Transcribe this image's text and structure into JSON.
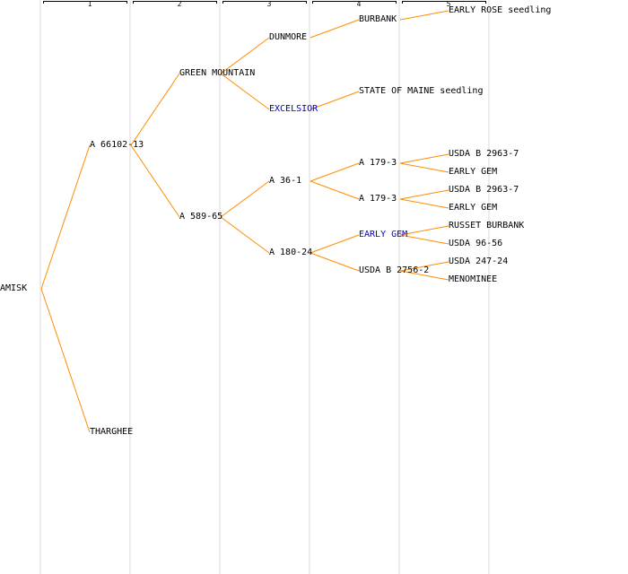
{
  "colors": {
    "link": "#ff8c00",
    "highlight": "#0000cc",
    "text": "#000000",
    "separator": "#ececec"
  },
  "generations": [
    "1",
    "2",
    "3",
    "4",
    "5"
  ],
  "pedigree": {
    "label": "AMISK",
    "parents": [
      {
        "label": "A 66102-13",
        "parents": [
          {
            "label": "GREEN MOUNTAIN",
            "parents": [
              {
                "label": "DUNMORE",
                "parents": [
                  {
                    "label": "BURBANK",
                    "parents": [
                      {
                        "label": "EARLY ROSE seedling"
                      }
                    ]
                  }
                ]
              },
              {
                "label": "EXCELSIOR",
                "highlight": true,
                "parents": [
                  {
                    "label": "STATE OF MAINE seedling"
                  }
                ]
              }
            ]
          },
          {
            "label": "A 589-65",
            "parents": [
              {
                "label": "A 36-1",
                "parents": [
                  {
                    "label": "A 179-3",
                    "parents": [
                      {
                        "label": "USDA B 2963-7"
                      },
                      {
                        "label": "EARLY GEM"
                      }
                    ]
                  },
                  {
                    "label": "A 179-3",
                    "parents": [
                      {
                        "label": "USDA B 2963-7"
                      },
                      {
                        "label": "EARLY GEM"
                      }
                    ]
                  }
                ]
              },
              {
                "label": "A 180-24",
                "parents": [
                  {
                    "label": "EARLY GEM",
                    "highlight": true,
                    "parents": [
                      {
                        "label": "RUSSET BURBANK"
                      },
                      {
                        "label": "USDA 96-56"
                      }
                    ]
                  },
                  {
                    "label": "USDA B 2756-2",
                    "parents": [
                      {
                        "label": "USDA 247-24"
                      },
                      {
                        "label": "MENOMINEE"
                      }
                    ]
                  }
                ]
              }
            ]
          }
        ]
      },
      {
        "label": "THARGHEE"
      }
    ]
  }
}
